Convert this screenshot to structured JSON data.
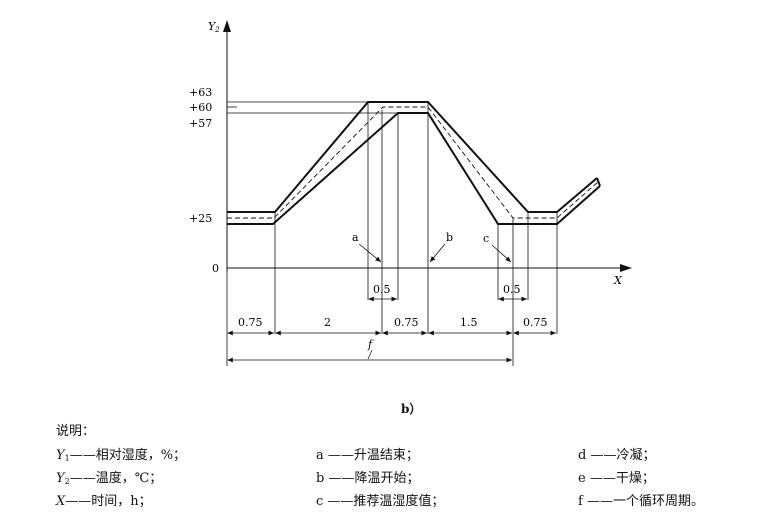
{
  "diagram": {
    "axes": {
      "y_label": "Y",
      "y_sub": "2",
      "x_label": "X"
    },
    "y_ticks": [
      "+63",
      "+60",
      "+57",
      "+25",
      "0"
    ],
    "durations": [
      "0.75",
      "2",
      "0.75",
      "1.5",
      "0.75"
    ],
    "intervals": [
      "0.5",
      "0.5"
    ],
    "point_labels": [
      "a",
      "b",
      "c"
    ],
    "cycle_label": "f",
    "panel_caption": "b）"
  },
  "legend": {
    "title": "说明：",
    "col1": [
      {
        "sym": "Y",
        "sub": "1",
        "text": "——相对湿度，%；"
      },
      {
        "sym": "Y",
        "sub": "2",
        "text": "——温度，℃；"
      },
      {
        "sym": "X",
        "sub": "",
        "text": "——时间，h；"
      }
    ],
    "col2": [
      {
        "sym": "a",
        "text": " ——升温结束；"
      },
      {
        "sym": "b",
        "text": " ——降温开始；"
      },
      {
        "sym": "c",
        "text": " ——推荐温湿度值；"
      }
    ],
    "col3": [
      {
        "sym": "d",
        "text": " ——冷凝；"
      },
      {
        "sym": "e",
        "text": " ——干燥；"
      },
      {
        "sym": "f",
        "text": " ——一个循环周期。"
      }
    ]
  }
}
